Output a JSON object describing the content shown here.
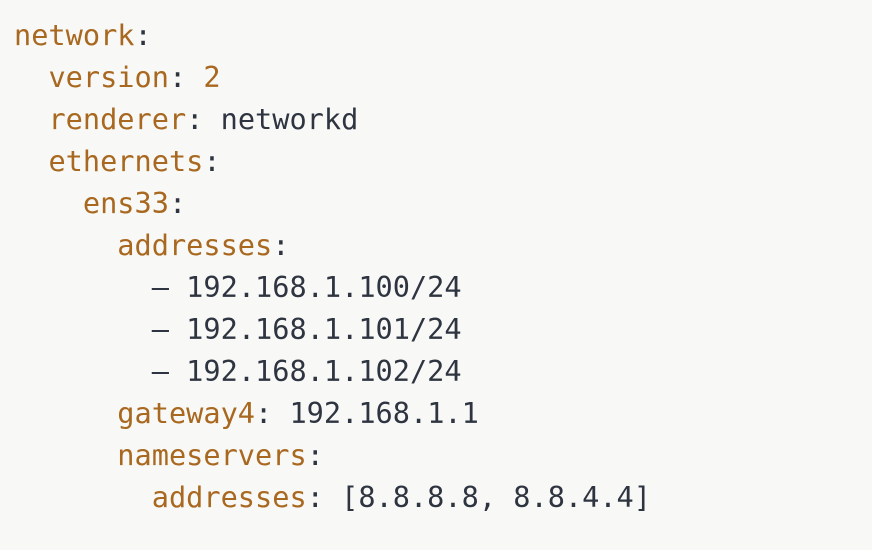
{
  "editor": {
    "background_color": "#f8f8f6",
    "key_color": "#a8681f",
    "value_color": "#2e3440",
    "punctuation_color": "#2e3440"
  },
  "code": {
    "language": "yaml",
    "lines": [
      {
        "indent": "",
        "key": "network",
        "colon": ":",
        "gap": "",
        "value": "",
        "value_kind": "none"
      },
      {
        "indent": "  ",
        "key": "version",
        "colon": ":",
        "gap": " ",
        "value": "2",
        "value_kind": "number"
      },
      {
        "indent": "  ",
        "key": "renderer",
        "colon": ":",
        "gap": " ",
        "value": "networkd",
        "value_kind": "string"
      },
      {
        "indent": "  ",
        "key": "ethernets",
        "colon": ":",
        "gap": "",
        "value": "",
        "value_kind": "none"
      },
      {
        "indent": "    ",
        "key": "ens33",
        "colon": ":",
        "gap": "",
        "value": "",
        "value_kind": "none"
      },
      {
        "indent": "      ",
        "key": "addresses",
        "colon": ":",
        "gap": "",
        "value": "",
        "value_kind": "none"
      },
      {
        "indent": "        ",
        "key": "",
        "colon": "",
        "gap": "",
        "dash": "–",
        "dash_gap": " ",
        "value": "192.168.1.100/24",
        "value_kind": "list-item"
      },
      {
        "indent": "        ",
        "key": "",
        "colon": "",
        "gap": "",
        "dash": "–",
        "dash_gap": " ",
        "value": "192.168.1.101/24",
        "value_kind": "list-item"
      },
      {
        "indent": "        ",
        "key": "",
        "colon": "",
        "gap": "",
        "dash": "–",
        "dash_gap": " ",
        "value": "192.168.1.102/24",
        "value_kind": "list-item"
      },
      {
        "indent": "      ",
        "key": "gateway4",
        "colon": ":",
        "gap": " ",
        "value": "192.168.1.1",
        "value_kind": "string"
      },
      {
        "indent": "      ",
        "key": "nameservers",
        "colon": ":",
        "gap": "",
        "value": "",
        "value_kind": "none"
      },
      {
        "indent": "        ",
        "key": "addresses",
        "colon": ":",
        "gap": " ",
        "value": "[8.8.8.8, 8.8.4.4]",
        "value_kind": "flow-sequence"
      }
    ]
  }
}
